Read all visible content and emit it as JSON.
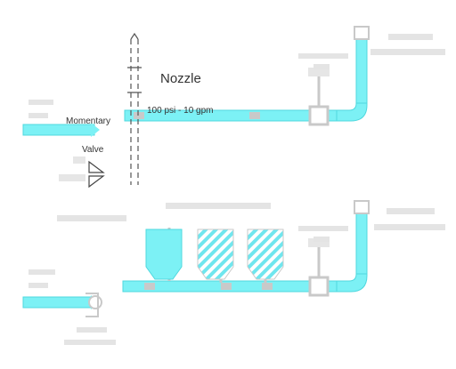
{
  "diagram": {
    "colors": {
      "pipe": "#7cf1f5",
      "pipe_edge": "#4fd8de",
      "hatch": "#6fe6ee",
      "fitting": "#c9c9c9",
      "ghost_text": "#b8b8b8",
      "dark_text": "#333333"
    },
    "top_system": {
      "nozzle_label": "Nozzle",
      "rating_label": "100 psi - 10 gpm",
      "valve_label_line1": "Momentary",
      "valve_label_line2": "Valve"
    },
    "bottom_system": {
      "tank_count": 3,
      "tank_fill_pattern": [
        "solid",
        "hatched",
        "hatched"
      ]
    }
  }
}
